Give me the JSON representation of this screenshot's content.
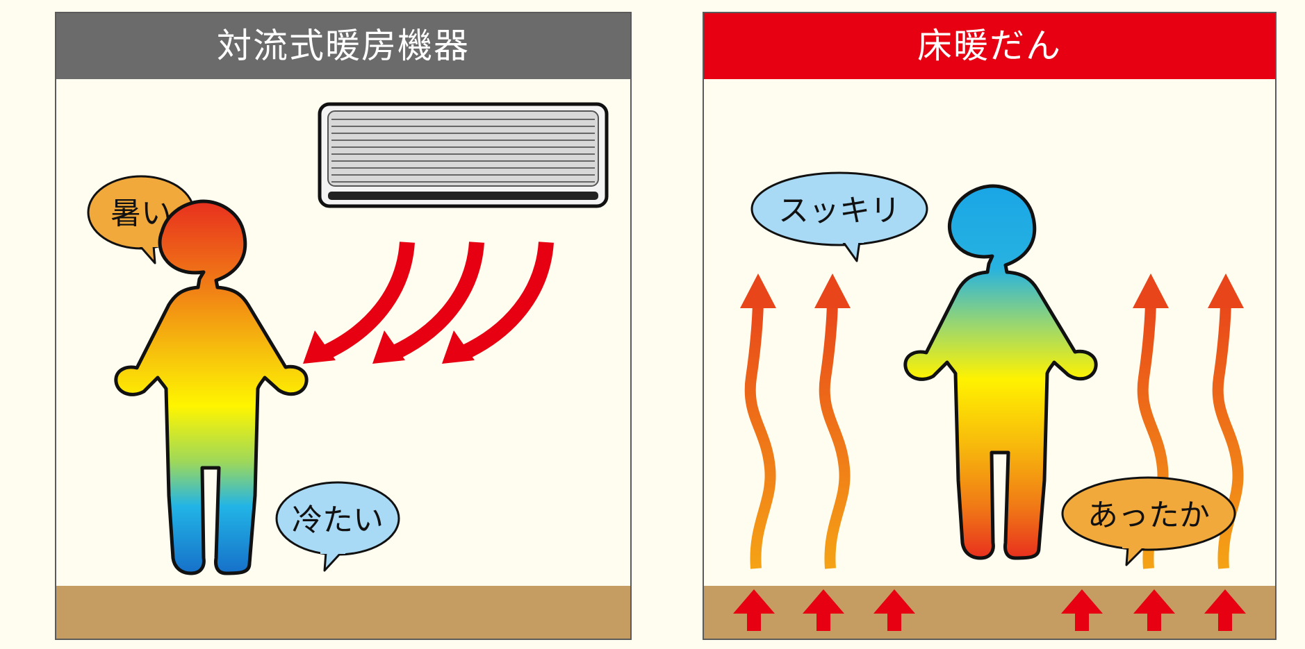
{
  "colors": {
    "left_header": "#6b6b6b",
    "right_header": "#e60012",
    "floor": "#c59d63",
    "background": "#fffdf0",
    "bubble_warm": "#f2a93b",
    "bubble_cool": "#a9daf5",
    "arrow_red": "#e60012"
  },
  "left_panel": {
    "title": "対流式暖房機器",
    "bubble_top": "暑い",
    "bubble_bottom": "冷たい",
    "icons": [
      "air-conditioner-icon",
      "cold-air-flow-arrows",
      "person-figure-icon"
    ]
  },
  "right_panel": {
    "title": "床暖だん",
    "bubble_top": "スッキリ",
    "bubble_bottom": "あったか",
    "icons": [
      "rising-heat-wave-arrows",
      "floor-heat-up-arrows",
      "person-figure-icon"
    ]
  }
}
